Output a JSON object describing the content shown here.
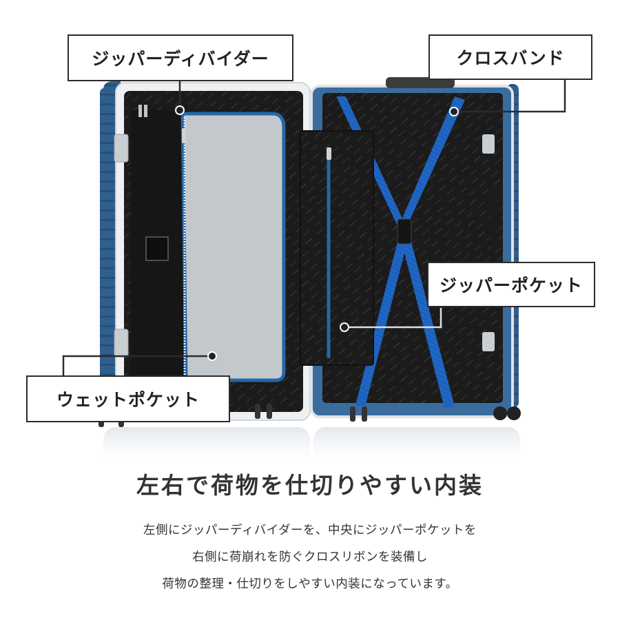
{
  "callouts": {
    "zipper_divider": "ジッパーディバイダー",
    "cross_band": "クロスバンド",
    "zipper_pocket": "ジッパーポケット",
    "wet_pocket": "ウェットポケット"
  },
  "headline": "左右で荷物を仕切りやすい内装",
  "description": [
    "左側にジッパーディバイダーを、中央にジッパーポケットを",
    "右側に荷崩れを防ぐクロスリボンを装備し",
    "荷物の整理・仕切りをしやすい内装になっています。"
  ],
  "colors": {
    "shell_blue": "#2f5f8f",
    "strap_blue": "#1f66c4",
    "zipper_blue": "#2467a8",
    "lining_black": "#1c1c1c",
    "divider_gray": "#c3c8cc",
    "frame_silver": "#e6e9ec",
    "label_border": "#2b2b2b",
    "text_dark": "#333333"
  }
}
